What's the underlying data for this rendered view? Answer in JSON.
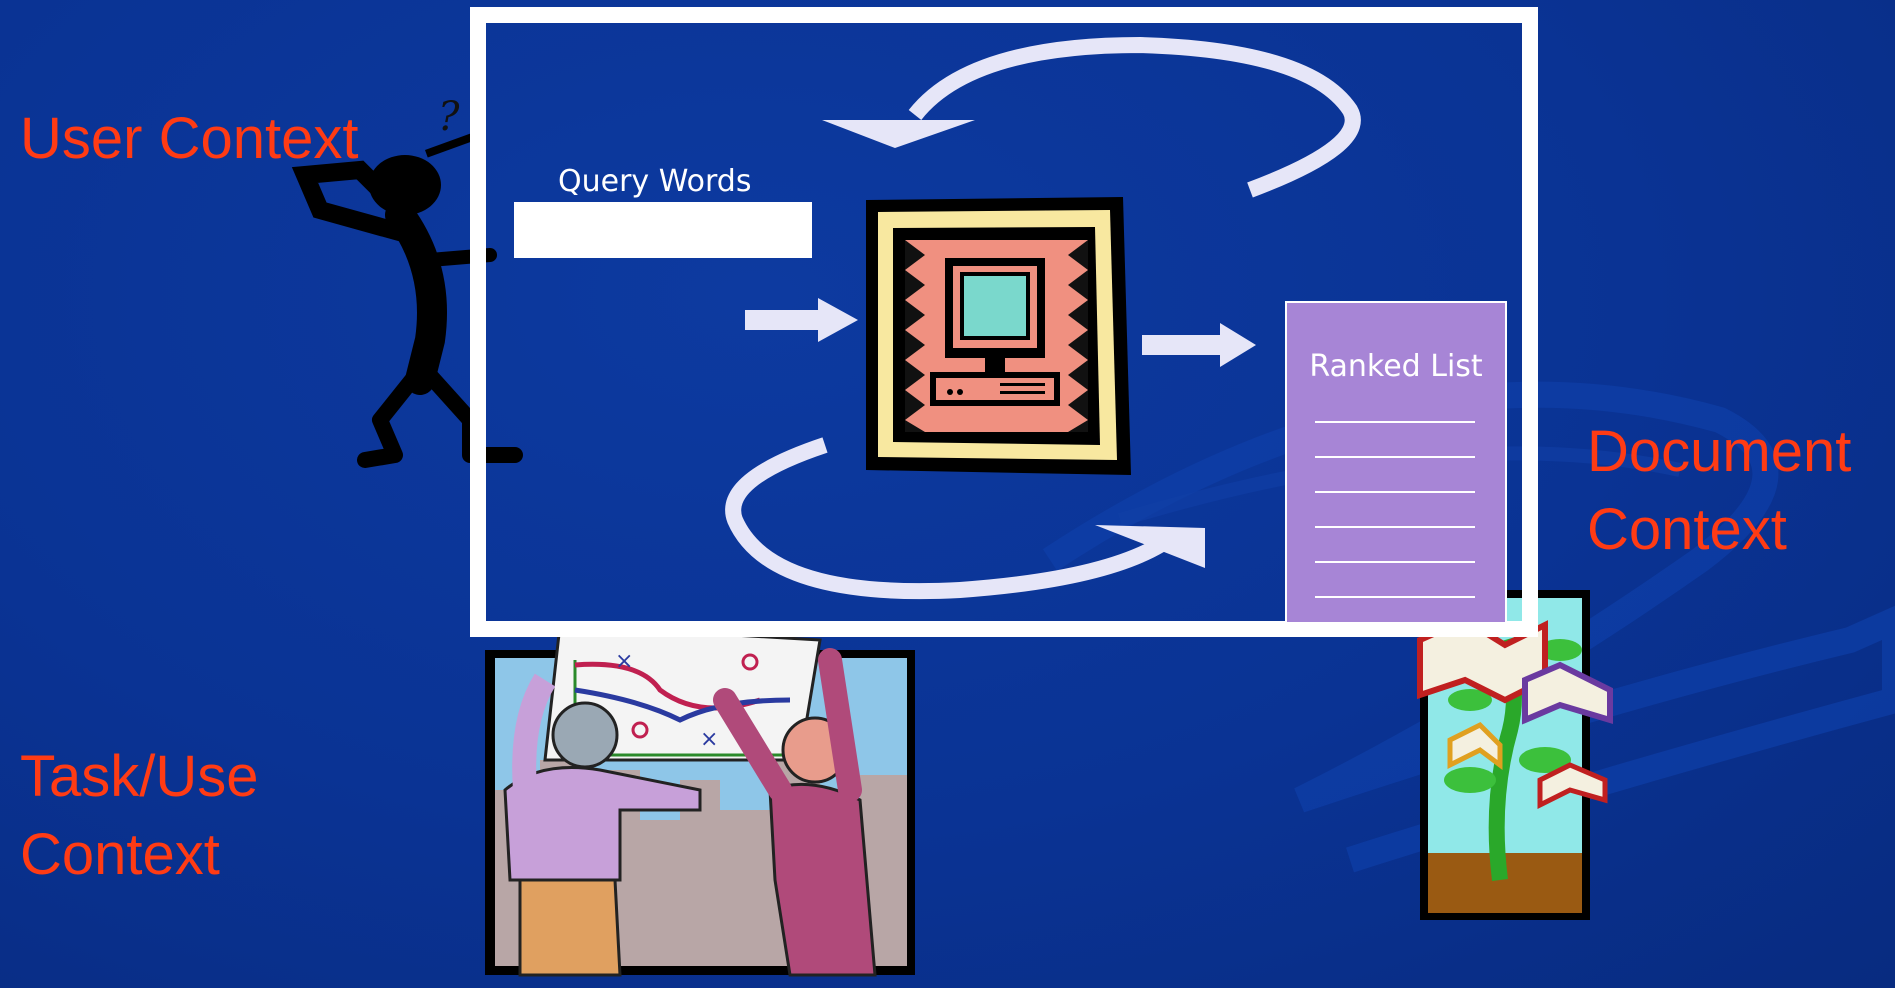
{
  "labels": {
    "user_context": "User Context",
    "document_context_line1": "Document",
    "document_context_line2": "Context",
    "task_context_line1": "Task/Use",
    "task_context_line2": "Context"
  },
  "diagram": {
    "query_label": "Query Words",
    "query_value": "",
    "ranked_list_title": "Ranked List"
  },
  "colors": {
    "background": "#0a3394",
    "accent_text": "#ff3b14",
    "frame": "#ffffff",
    "ranked_list": "#a785d6",
    "arrow": "#e6e6f8"
  },
  "icons": [
    "thinking-person-icon",
    "computer-icon",
    "people-with-chart-icon",
    "book-tree-icon"
  ]
}
